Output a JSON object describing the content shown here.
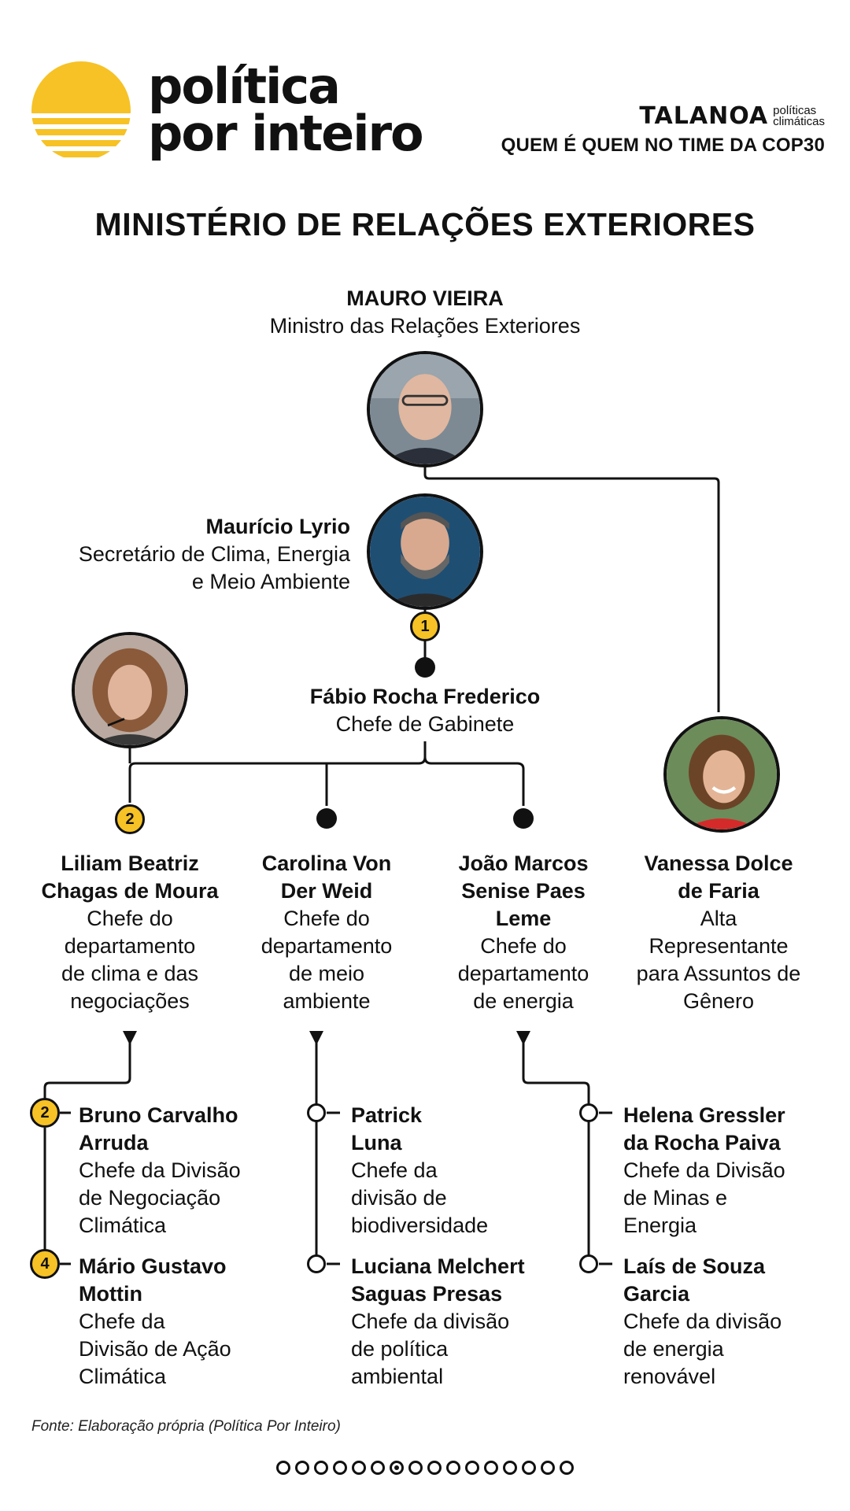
{
  "brand": {
    "logo_line1": "política",
    "logo_line2": "por inteiro",
    "partner_name": "TALANOA",
    "partner_sub1": "políticas",
    "partner_sub2": "climáticas",
    "series_title": "QUEM É QUEM NO TIME DA COP30",
    "accent_color": "#f6c225"
  },
  "page_title": "MINISTÉRIO DE RELAÇÕES EXTERIORES",
  "minister": {
    "name": "MAURO VIEIRA",
    "role": "Ministro das Relações Exteriores"
  },
  "secretary": {
    "name": "Maurício Lyrio",
    "role_line1": "Secretário de Clima, Energia",
    "role_line2": "e Meio Ambiente",
    "badge": "1"
  },
  "chief_of_staff": {
    "name": "Fábio Rocha Frederico",
    "role": "Chefe de Gabinete"
  },
  "departments": [
    {
      "name_line1": "Liliam Beatriz",
      "name_line2": "Chagas de Moura",
      "role": [
        "Chefe do",
        "departamento",
        "de clima e das",
        "negociações"
      ],
      "badge": "2"
    },
    {
      "name_line1": "Carolina Von",
      "name_line2": "Der Weid",
      "role": [
        "Chefe do",
        "departamento",
        "de meio",
        "ambiente"
      ]
    },
    {
      "name_line1": "João Marcos",
      "name_line2": "Senise Paes",
      "name_line3": "Leme",
      "role": [
        "Chefe do",
        "departamento",
        "de energia"
      ]
    },
    {
      "name_line1": "Vanessa Dolce",
      "name_line2": "de Faria",
      "role": [
        "Alta",
        "Representante",
        "para Assuntos de",
        "Gênero"
      ]
    }
  ],
  "divisions": [
    {
      "name_line1": "Bruno Carvalho",
      "name_line2": "Arruda",
      "role": [
        "Chefe da Divisão",
        "de Negociação",
        "Climática"
      ],
      "badge": "2"
    },
    {
      "name_line1": "Mário Gustavo",
      "name_line2": "Mottin",
      "role": [
        "Chefe da",
        "Divisão de Ação",
        "Climática"
      ],
      "badge": "4"
    },
    {
      "name_line1": "Patrick",
      "name_line2": "Luna",
      "role": [
        "Chefe da",
        "divisão de",
        "biodiversidade"
      ]
    },
    {
      "name_line1": "Luciana Melchert",
      "name_line2": "Saguas Presas",
      "role": [
        "Chefe da divisão",
        "de política",
        "ambiental"
      ]
    },
    {
      "name_line1": "Helena Gressler",
      "name_line2": "da Rocha Paiva",
      "role": [
        "Chefe da Divisão",
        "de Minas e",
        "Energia"
      ]
    },
    {
      "name_line1": "Laís de Souza",
      "name_line2": "Garcia",
      "role": [
        "Chefe da divisão",
        "de energia",
        "renovável"
      ]
    }
  ],
  "source": "Fonte: Elaboração própria (Política Por Inteiro)",
  "pagination": {
    "total": 16,
    "current": 7
  }
}
